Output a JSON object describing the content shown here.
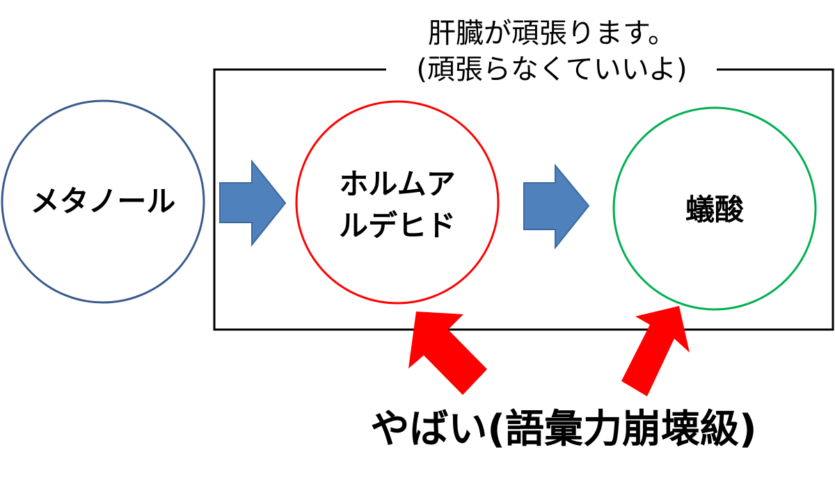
{
  "box_caption": {
    "line1": "肝臓が頑張ります。",
    "line2": "(頑張らなくていいよ)"
  },
  "nodes": [
    {
      "id": "methanol",
      "lines": [
        "メタノール"
      ],
      "border_color": "#3a5a8c"
    },
    {
      "id": "formaldehyde",
      "lines": [
        "ホルムア",
        "ルデヒド"
      ],
      "border_color": "#ff0000"
    },
    {
      "id": "formic-acid",
      "lines": [
        "蟻酸"
      ],
      "border_color": "#00b050"
    }
  ],
  "flow_arrow_color": "#4f81bd",
  "danger_arrow_color": "#ff0000",
  "bottom_caption": "やばい(語彙力崩壊級)"
}
